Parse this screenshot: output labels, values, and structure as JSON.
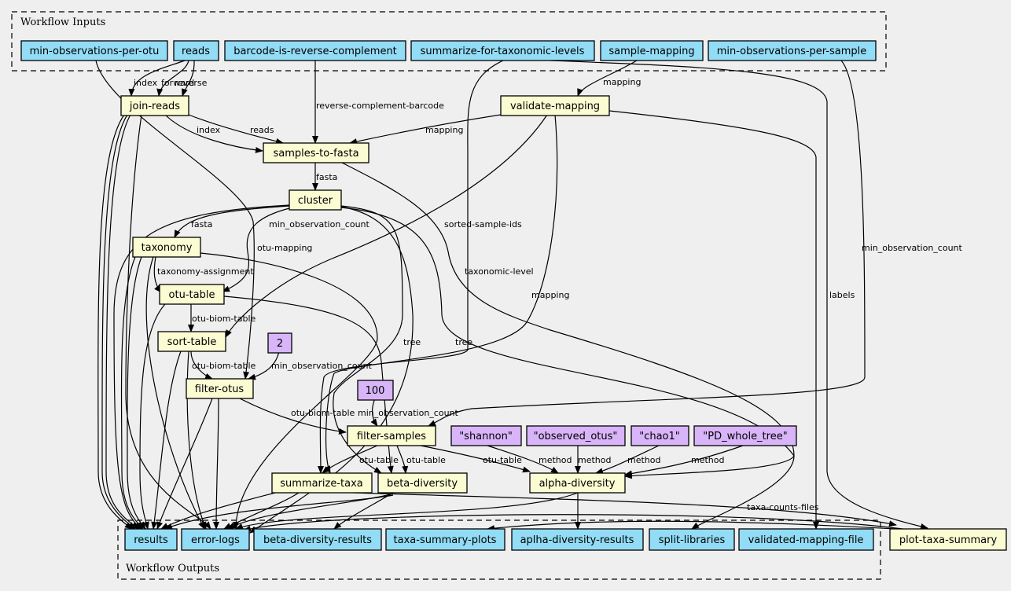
{
  "clusters": {
    "inputs_title": "Workflow Inputs",
    "outputs_title": "Workflow Outputs"
  },
  "inputs": {
    "min_observations_per_otu": "min-observations-per-otu",
    "reads": "reads",
    "barcode_is_reverse_complement": "barcode-is-reverse-complement",
    "summarize_for_taxonomic_levels": "summarize-for-taxonomic-levels",
    "sample_mapping": "sample-mapping",
    "min_observations_per_sample": "min-observations-per-sample"
  },
  "steps": {
    "join_reads": "join-reads",
    "validate_mapping": "validate-mapping",
    "samples_to_fasta": "samples-to-fasta",
    "cluster": "cluster",
    "taxonomy": "taxonomy",
    "otu_table": "otu-table",
    "sort_table": "sort-table",
    "filter_otus": "filter-otus",
    "filter_samples": "filter-samples",
    "summarize_taxa": "summarize-taxa",
    "beta_diversity": "beta-diversity",
    "alpha_diversity": "alpha-diversity",
    "plot_taxa_summary": "plot-taxa-summary"
  },
  "constants": {
    "two": "2",
    "hundred": "100",
    "shannon": "\"shannon\"",
    "observed_otus": "\"observed_otus\"",
    "chao1": "\"chao1\"",
    "pd_whole_tree": "\"PD_whole_tree\""
  },
  "outputs": {
    "results": "results",
    "error_logs": "error-logs",
    "beta_diversity_results": "beta-diversity-results",
    "taxa_summary_plots": "taxa-summary-plots",
    "aplha_diversity_results": "aplha-diversity-results",
    "split_libraries": "split-libraries",
    "validated_mapping_file": "validated-mapping-file"
  },
  "edge_labels": {
    "index_1": "index",
    "forward": "forward",
    "reverse": "reverse",
    "mapping_1": "mapping",
    "reverse_complement_barcode": "reverse-complement-barcode",
    "index_2": "index",
    "reads": "reads",
    "mapping_2": "mapping",
    "fasta_1": "fasta",
    "fasta_2": "fasta",
    "min_observation_count_1": "min_observation_count",
    "sorted_sample_ids": "sorted-sample-ids",
    "min_observation_count_2": "min_observation_count",
    "otu_mapping": "otu-mapping",
    "taxonomy_assignment": "taxonomy-assignment",
    "taxonomic_level": "taxonomic-level",
    "mapping_3": "mapping",
    "labels": "labels",
    "otu_biom_table_1": "otu-biom-table",
    "tree_1": "tree",
    "tree_2": "tree",
    "otu_biom_table_2": "otu-biom-table",
    "min_observation_count_3": "min_observation_count",
    "otu_biom_table_3": "otu-biom-table",
    "min_observation_count_4": "min_observation_count",
    "otu_table_1": "otu-table",
    "otu_table_2": "otu-table",
    "otu_table_3": "otu-table",
    "method_1": "method",
    "method_2": "method",
    "method_3": "method",
    "method_4": "method",
    "taxa_counts_files": "taxa-counts-files"
  }
}
